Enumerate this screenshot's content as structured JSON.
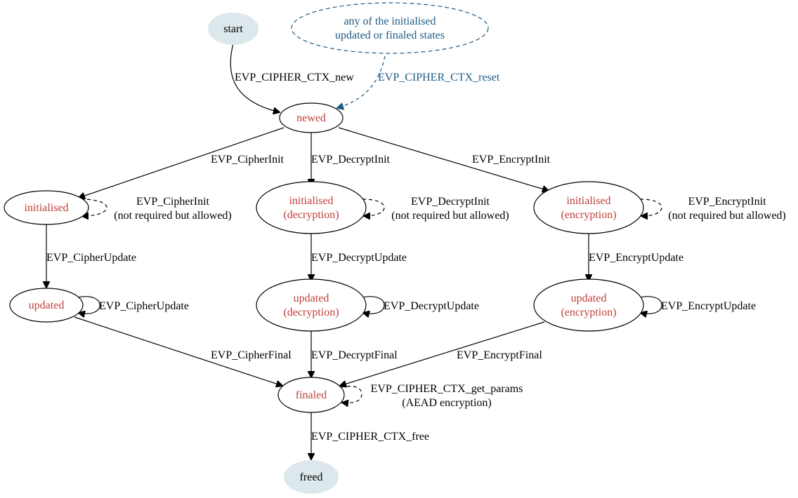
{
  "diagram": {
    "nodes": {
      "start": {
        "lines": [
          "start"
        ]
      },
      "note": {
        "lines": [
          "any of the initialised",
          "updated or finaled states"
        ]
      },
      "newed": {
        "lines": [
          "newed"
        ]
      },
      "init": {
        "lines": [
          "initialised"
        ]
      },
      "init_dec": {
        "lines": [
          "initialised",
          "(decryption)"
        ]
      },
      "init_enc": {
        "lines": [
          "initialised",
          "(encryption)"
        ]
      },
      "upd": {
        "lines": [
          "updated"
        ]
      },
      "upd_dec": {
        "lines": [
          "updated",
          "(decryption)"
        ]
      },
      "upd_enc": {
        "lines": [
          "updated",
          "(encryption)"
        ]
      },
      "finaled": {
        "lines": [
          "finaled"
        ]
      },
      "freed": {
        "lines": [
          "freed"
        ]
      }
    },
    "edges": {
      "ctx_new": {
        "lines": [
          "EVP_CIPHER_CTX_new"
        ]
      },
      "ctx_reset": {
        "lines": [
          "EVP_CIPHER_CTX_reset"
        ]
      },
      "cipher_init": {
        "lines": [
          "EVP_CipherInit"
        ]
      },
      "decrypt_init": {
        "lines": [
          "EVP_DecryptInit"
        ]
      },
      "encrypt_init": {
        "lines": [
          "EVP_EncryptInit"
        ]
      },
      "cipher_init_loop": {
        "lines": [
          "EVP_CipherInit",
          "(not required but allowed)"
        ]
      },
      "decrypt_init_loop": {
        "lines": [
          "EVP_DecryptInit",
          "(not required but allowed)"
        ]
      },
      "encrypt_init_loop": {
        "lines": [
          "EVP_EncryptInit",
          "(not required but allowed)"
        ]
      },
      "cipher_update": {
        "lines": [
          "EVP_CipherUpdate"
        ]
      },
      "decrypt_update": {
        "lines": [
          "EVP_DecryptUpdate"
        ]
      },
      "encrypt_update": {
        "lines": [
          "EVP_EncryptUpdate"
        ]
      },
      "cipher_update_loop": {
        "lines": [
          "EVP_CipherUpdate"
        ]
      },
      "decrypt_update_loop": {
        "lines": [
          "EVP_DecryptUpdate"
        ]
      },
      "encrypt_update_loop": {
        "lines": [
          "EVP_EncryptUpdate"
        ]
      },
      "cipher_final": {
        "lines": [
          "EVP_CipherFinal"
        ]
      },
      "decrypt_final": {
        "lines": [
          "EVP_DecryptFinal"
        ]
      },
      "encrypt_final": {
        "lines": [
          "EVP_EncryptFinal"
        ]
      },
      "get_params_loop": {
        "lines": [
          "EVP_CIPHER_CTX_get_params",
          "(AEAD encryption)"
        ]
      },
      "ctx_free": {
        "lines": [
          "EVP_CIPHER_CTX_free"
        ]
      }
    },
    "colors": {
      "state_text": "#c0403a",
      "terminal_fill": "#dde8ec",
      "note_blue": "#1d5a84",
      "line": "#000000"
    }
  }
}
